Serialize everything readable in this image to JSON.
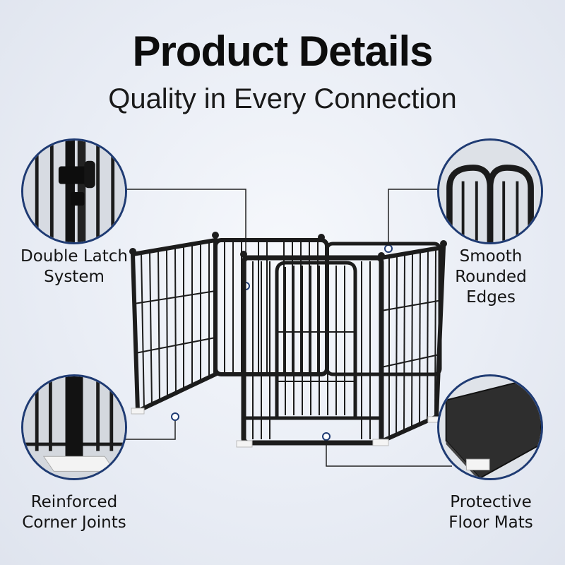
{
  "header": {
    "title": "Product Details",
    "subtitle": "Quality in Every Connection"
  },
  "features": [
    {
      "line1": "Double Latch",
      "line2": "System",
      "icon": "latch-closeup"
    },
    {
      "line1": "Smooth",
      "line2": "Rounded",
      "line3": "Edges",
      "icon": "rounded-edge-closeup"
    },
    {
      "line1": "Reinforced",
      "line2": "Corner Joints",
      "icon": "corner-joint-closeup"
    },
    {
      "line1": "Protective",
      "line2": "Floor Mats",
      "icon": "floor-mat-closeup"
    }
  ],
  "colors": {
    "accent": "#1f3b73",
    "cage": "#1c1c1c",
    "background": "#e9edf5"
  }
}
